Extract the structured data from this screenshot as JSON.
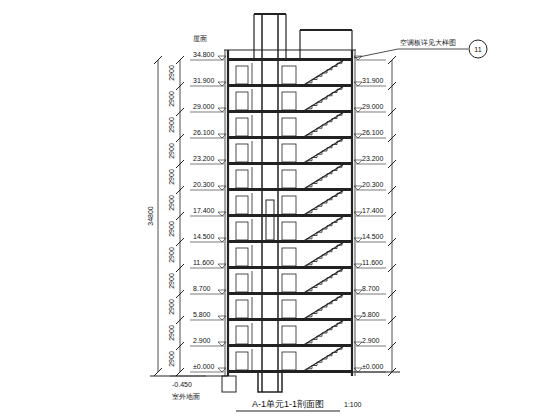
{
  "diagram": {
    "caption": "A-1单元1-1剖面图",
    "labels": [
      "1:100",
      "±0.000",
      "2.900",
      "5.800",
      "8.700",
      "11.600",
      "14.500",
      "17.400",
      "20.300",
      "23.200",
      "26.100",
      "29.000",
      "31.900",
      "2900",
      "2900",
      "2900",
      "2900",
      "2900",
      "2900",
      "2900",
      "2900",
      "2900",
      "2900",
      "2900",
      "2900",
      "34800",
      "±0.000",
      "2.900",
      "5.800",
      "8.700",
      "11.600",
      "14.500",
      "17.400",
      "20.300",
      "23.200",
      "26.100",
      "29.000",
      "31.900",
      "34.800",
      "-0.450",
      "室外地面",
      "空调板详见大样图",
      "11",
      "屋面"
    ]
  }
}
